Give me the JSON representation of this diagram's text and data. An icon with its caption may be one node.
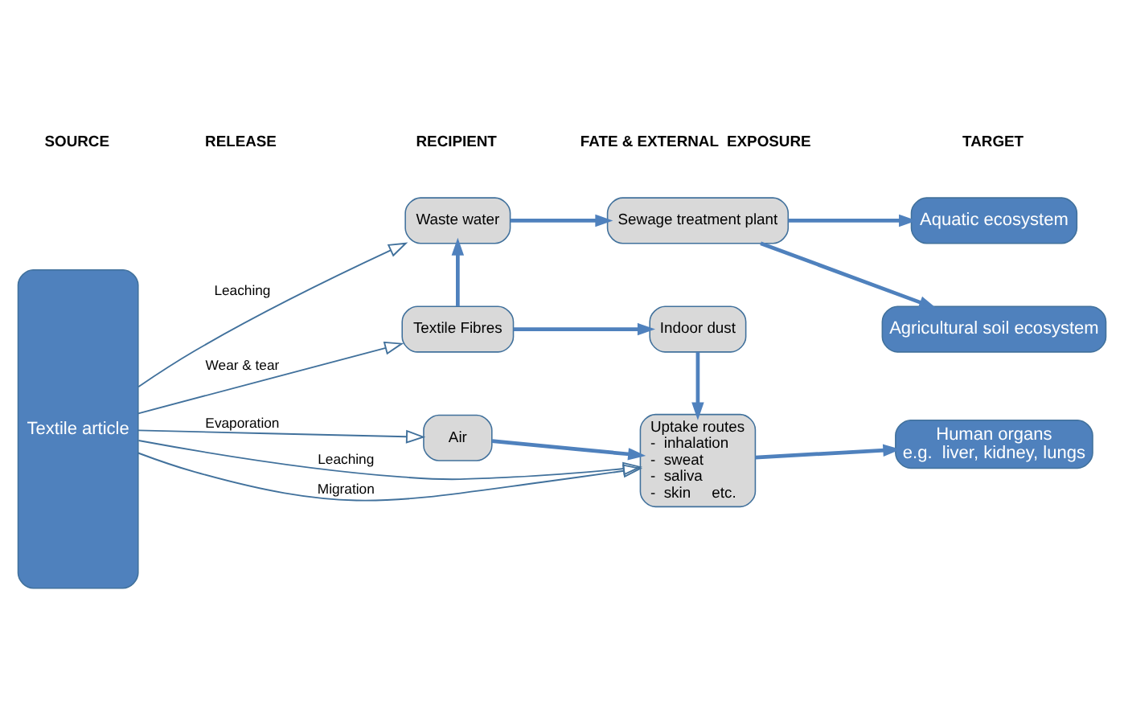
{
  "diagram": {
    "nodes": [
      {
        "text": [
          "Textile article"
        ]
      },
      {
        "text": [
          "Waste water"
        ]
      },
      {
        "text": [
          "Textile Fibres"
        ]
      },
      {
        "text": [
          "Air"
        ]
      },
      {
        "text": [
          "Sewage treatment plant"
        ]
      },
      {
        "text": [
          "Indoor dust"
        ]
      },
      {
        "text": [
          "Uptake routes",
          "-  inhalation",
          "-  sweat",
          "-  saliva",
          "-  skin     etc."
        ]
      },
      {
        "text": [
          "Aquatic ecosystem"
        ]
      },
      {
        "text": [
          "Agricultural soil ecosystem"
        ]
      },
      {
        "text": [
          "Human organs",
          "e.g.  liver, kidney, lungs"
        ]
      }
    ],
    "edges": [
      {
        "from": 0,
        "to": 1,
        "arrow": "to",
        "label": "Leaching",
        "color": "#41719c"
      },
      {
        "from": 0,
        "to": 2,
        "arrow": "to",
        "label": "Wear & tear",
        "color": "#41719c"
      },
      {
        "from": 0,
        "to": 3,
        "arrow": "to",
        "label": "Evaporation",
        "color": "#41719c"
      },
      {
        "from": 0,
        "to": 6,
        "arrow": "to",
        "label": "Leaching",
        "color": "#41719c"
      },
      {
        "from": 0,
        "to": 6,
        "arrow": "to",
        "label": "Migration",
        "color": "#41719c"
      },
      {
        "from": 2,
        "to": 1,
        "arrow": "to"
      },
      {
        "from": 1,
        "to": 4,
        "arrow": "to"
      },
      {
        "from": 2,
        "to": 5,
        "arrow": "to"
      },
      {
        "from": 4,
        "to": 7,
        "arrow": "to"
      },
      {
        "from": 4,
        "to": 8,
        "arrow": "to"
      },
      {
        "from": 3,
        "to": 6,
        "arrow": "to"
      },
      {
        "from": 5,
        "to": 6,
        "arrow": "to"
      },
      {
        "from": 6,
        "to": 9,
        "arrow": "to"
      }
    ],
    "labels": [
      "SOURCE",
      "RELEASE",
      "RECIPIENT",
      "FATE & EXTERNAL  EXPOSURE",
      "TARGET"
    ]
  }
}
